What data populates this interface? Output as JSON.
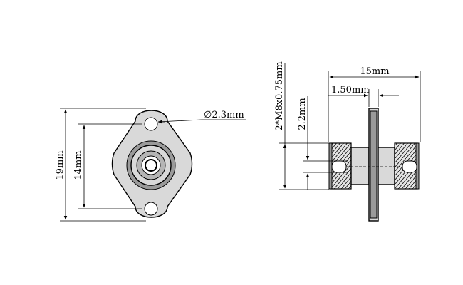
{
  "front_view": {
    "dim_overall_height": "19mm",
    "dim_hole_spacing": "14mm",
    "dim_hole_diameter": "∅2.3mm"
  },
  "side_view": {
    "dim_overall_length": "15mm",
    "dim_flange_thickness": "1.50mm",
    "dim_bore": "2.2mm",
    "dim_thread": "2*M8x0.75mm"
  }
}
